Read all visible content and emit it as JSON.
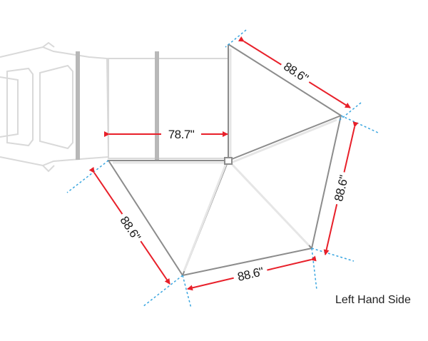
{
  "diagram": {
    "side_label": "Left Hand Side",
    "dimensions": {
      "top_right_edge": "88.6\"",
      "vehicle_width": "78.7\"",
      "right_edge": "88.6\"",
      "bottom_edge": "88.6\"",
      "left_edge": "88.6\""
    },
    "colors": {
      "dimension_arrow": "#e8202a",
      "extension_line": "#3aa6e0",
      "awning_outline": "#8c8c8c",
      "vehicle_outline": "#d9d9d9",
      "roof_bar": "#b8b8b8"
    }
  }
}
